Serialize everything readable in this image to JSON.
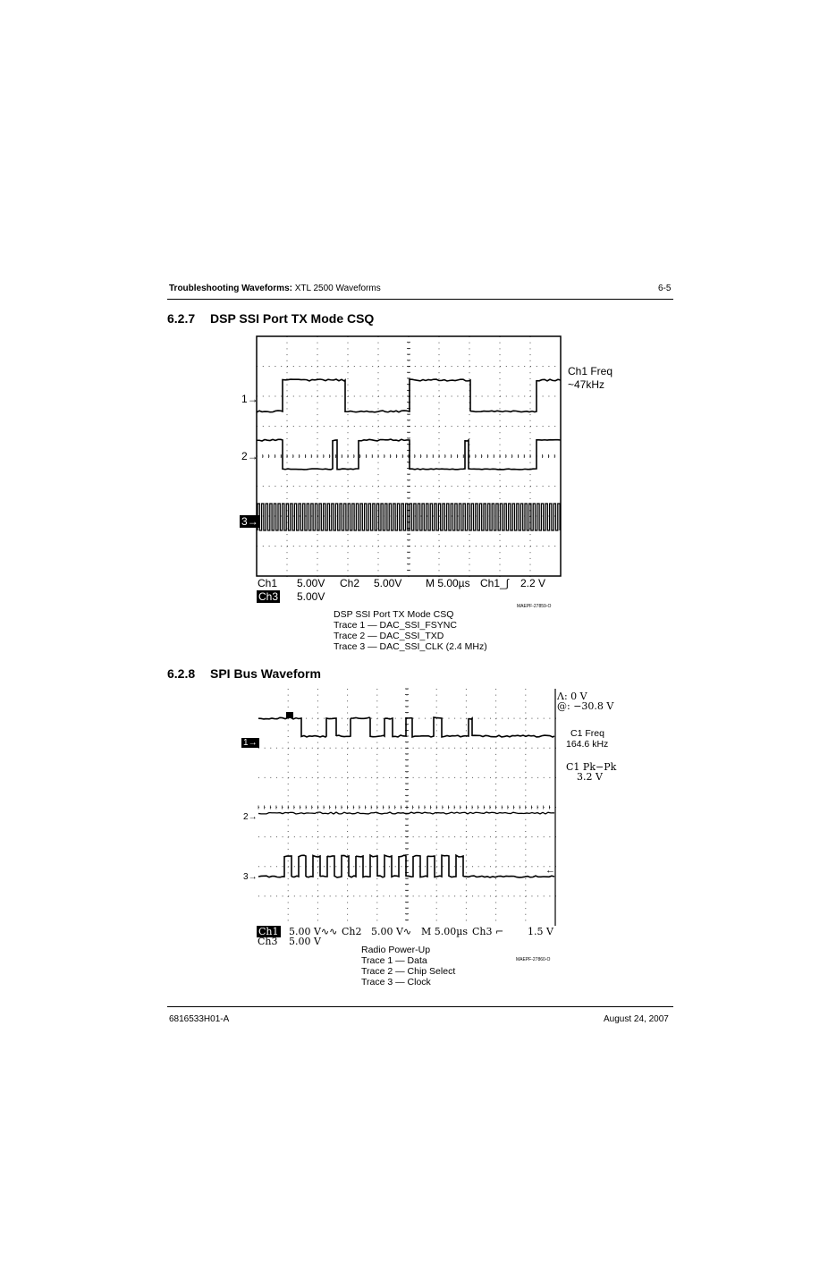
{
  "header": {
    "title_bold": "Troubleshooting Waveforms:",
    "title_rest": " XTL 2500 Waveforms",
    "page_number": "6-5"
  },
  "section1": {
    "number": "6.2.7",
    "title": "DSP SSI Port TX Mode CSQ",
    "scope": {
      "channel_markers": [
        "1",
        "2",
        "3"
      ],
      "side_label_1": "Ch1 Freq",
      "side_label_2": "~47kHz",
      "readout_row1": [
        "Ch1",
        "5.00V",
        "Ch2",
        "5.00V",
        "M 5.00µs",
        "Ch1",
        "2.2 V"
      ],
      "readout_row2": [
        "Ch3",
        "5.00V"
      ],
      "figure_id": "MAEPF-27859-O"
    },
    "caption": [
      "DSP SSI Port TX Mode CSQ",
      "Trace 1 — DAC_SSI_FSYNC",
      "Trace 2 — DAC_SSI_TXD",
      "Trace 3 — DAC_SSI_CLK (2.4 MHz)"
    ]
  },
  "section2": {
    "number": "6.2.8",
    "title": "SPI Bus Waveform",
    "scope": {
      "channel_markers": [
        "1",
        "2",
        "3"
      ],
      "cursor_1": "Λ: 0 V",
      "cursor_2": "@: −30.8 V",
      "freq_label": "C1 Freq",
      "freq_value": "164.6 kHz",
      "pkpk_label": "C1 Pk−Pk",
      "pkpk_value": "3.2 V",
      "readout_row1": [
        "Ch1",
        "5.00 V∿∿",
        "Ch2",
        "5.00 V∿",
        "M 5.00µs",
        "Ch3 ⌐",
        "1.5 V"
      ],
      "readout_row2": [
        "Ch3",
        "5.00 V"
      ],
      "figure_id": "MAEPF-27860-O"
    },
    "caption": [
      "Radio Power-Up",
      "Trace 1 — Data",
      "Trace 2 — Chip Select",
      "Trace 3 — Clock"
    ]
  },
  "footer": {
    "doc_number": "6816533H01-A",
    "date": "August 24, 2007"
  }
}
